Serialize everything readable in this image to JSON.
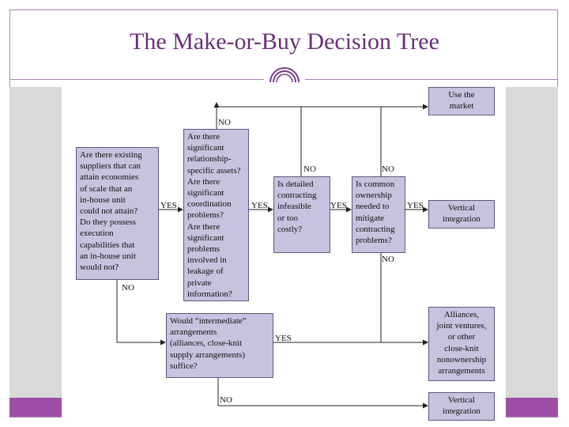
{
  "title": "The Make-or-Buy Decision Tree",
  "nodes": {
    "q_suppliers": "Are there existing\nsuppliers that can\nattain economies\nof scale that an\nin-house unit\ncould not attain?\nDo they possess\nexecution\ncapabilities that\nan in-house unit\nwould not?",
    "q_assets": "Are there\nsignificant\nrelationship-\nspecific assets?\nAre there\nsignificant\ncoordination\nproblems?\nAre there\nsignificant\nproblems\ninvolved in\nleakage of\nprivate\ninformation?",
    "q_contracting": "Is detailed\ncontracting\ninfeasible\nor too\ncostly?",
    "q_ownership": "Is common\nownership\nneeded to\nmitigate\ncontracting\nproblems?",
    "q_intermediate": "Would “intermediate”\narrangements\n(alliances, close-knit\nsupply arrangements)\nsuffice?",
    "use_market": "Use the\nmarket",
    "vertical_integration_1": "Vertical\nintegration",
    "alliances": "Alliances,\njoint ventures,\nor other\nclose-knit\nnonownership\narrangements",
    "vertical_integration_2": "Vertical\nintegration"
  },
  "labels": {
    "yes": "YES",
    "no": "NO"
  }
}
